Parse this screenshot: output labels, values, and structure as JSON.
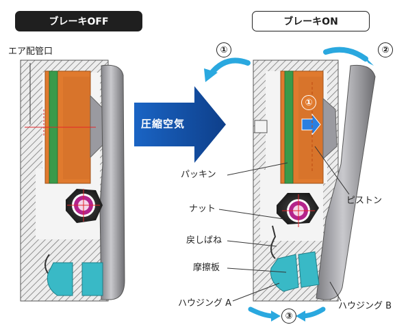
{
  "states": {
    "off": "ブレーキOFF",
    "on": "ブレーキON"
  },
  "arrow": "圧縮空気",
  "labels": {
    "air_port": "エア配管口",
    "packing": "パッキン",
    "nut": "ナット",
    "return_spring": "戻しばね",
    "friction_plate": "摩擦板",
    "housing_a": "ハウジング A",
    "housing_b": "ハウジング B",
    "piston": "ピストン"
  },
  "steps": [
    "①",
    "②",
    "③",
    "①"
  ],
  "colors": {
    "piston": "#e07a2e",
    "packing": "#3a9a4a",
    "friction": "#39b9c6",
    "arrow_blue": "#1f6fd1",
    "motion_arrow": "#2aa8df",
    "pivot": "#b4248c"
  }
}
